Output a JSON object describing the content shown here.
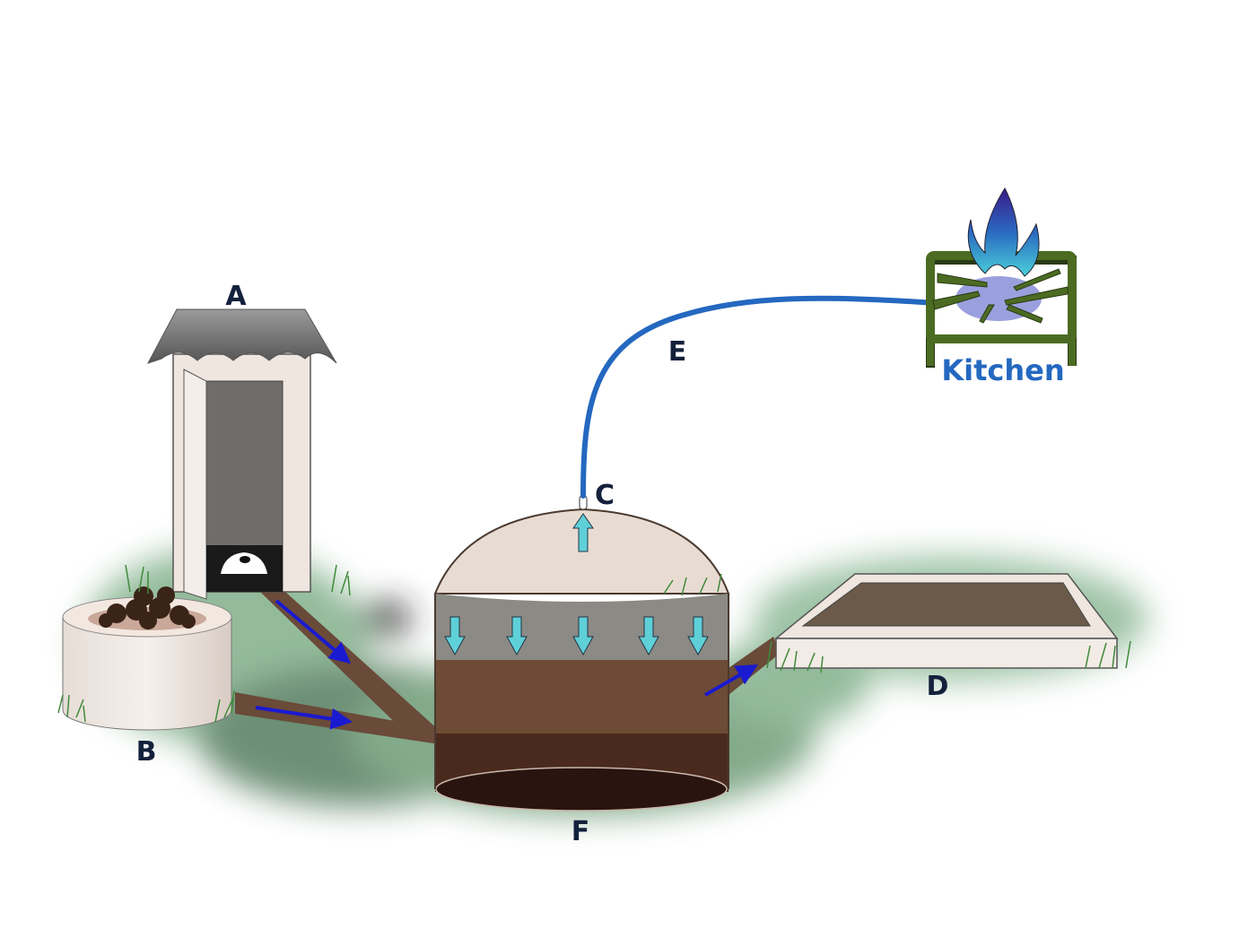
{
  "labels": {
    "latrine": "A",
    "dung_pit": "B",
    "gas_outlet": "C",
    "slurry_tank": "D",
    "gas_pipe": "E",
    "digester": "F",
    "kitchen": "Kitchen"
  },
  "colors": {
    "label": "#14213d",
    "kitchen_text": "#2468c0",
    "gas_pipe": "#2468c0",
    "flow_arrow": "#1a1ad0",
    "gas_arrow": "#5fd0d8",
    "stove_frame": "#4b6b22",
    "burner": "#9aa0dd",
    "ground": "#4f8a5a"
  }
}
